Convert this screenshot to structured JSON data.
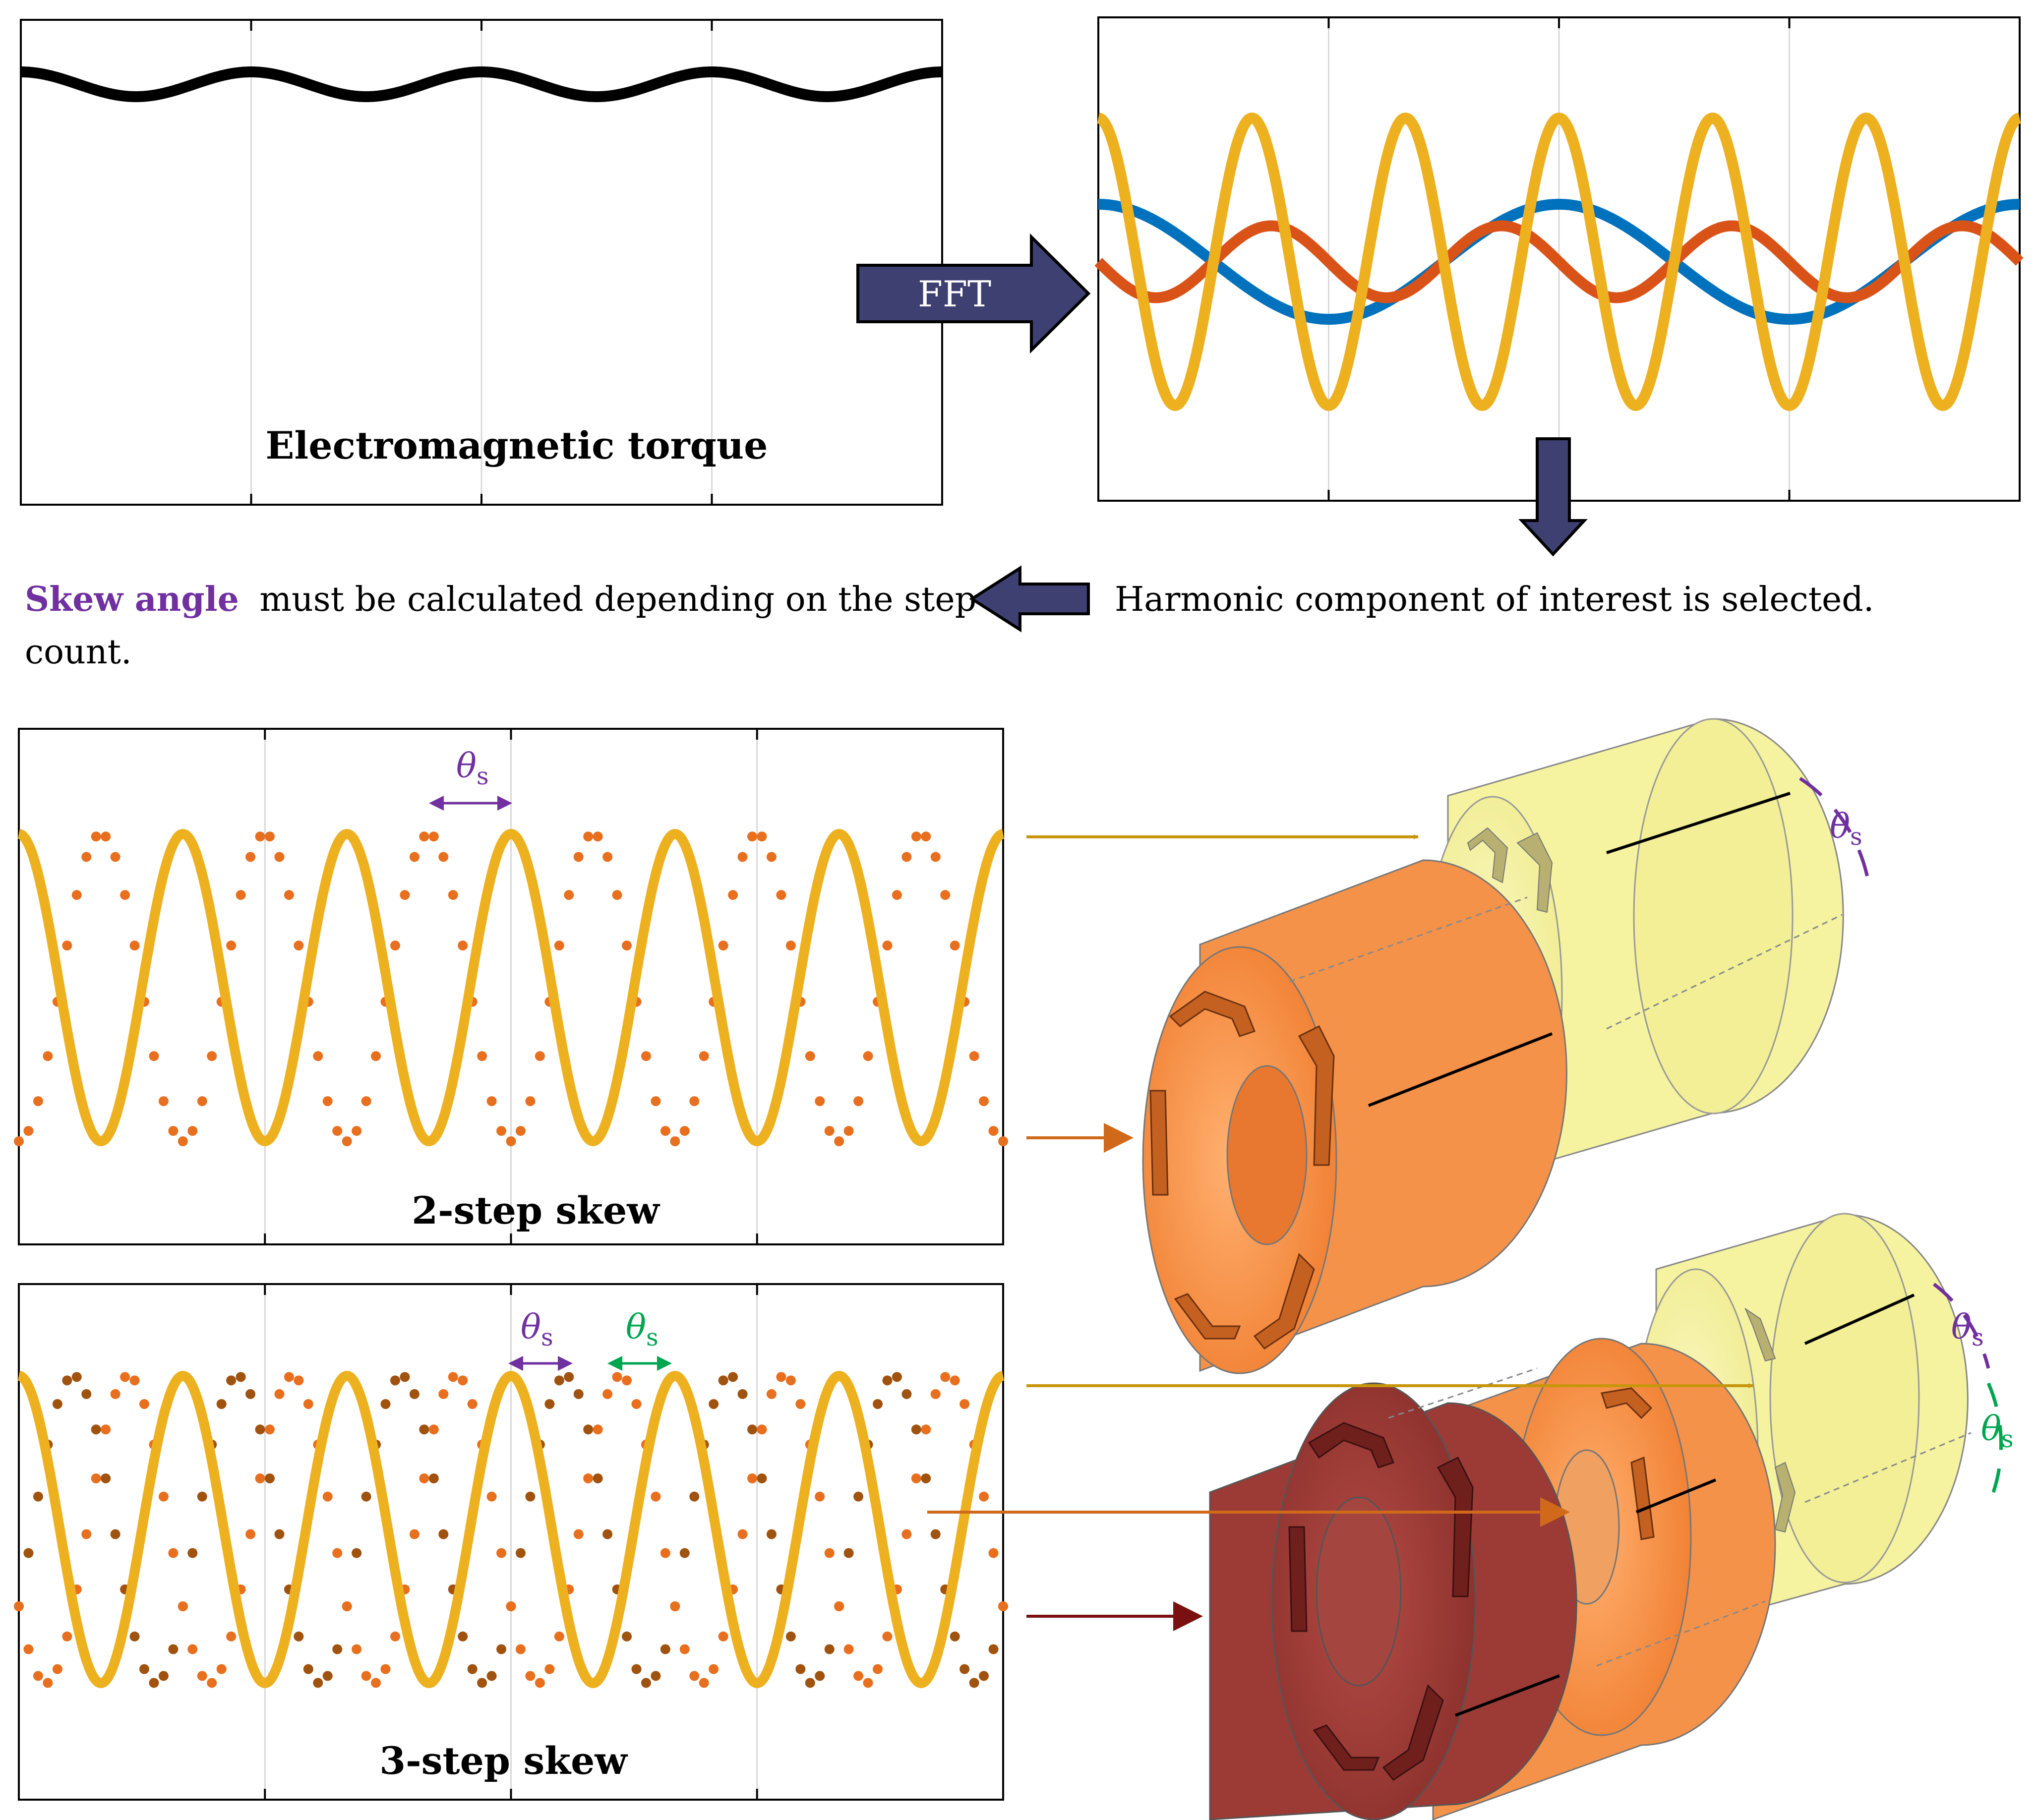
{
  "colors": {
    "black": "#000000",
    "yellow": "#EDB120",
    "orange": "#D95319",
    "blue": "#0072BD",
    "dot_orange": "#E86F1E",
    "dot_brown": "#A0520F",
    "navy_arrow": "#3D4070",
    "purple": "#7030A0",
    "green": "#00A550",
    "arrow_gold": "#C8960C",
    "arrow_orange": "#D06A1A",
    "arrow_darkred": "#7A1010",
    "disc_orange": "#F5924A",
    "disc_yellow": "#F6F3A0",
    "disc_darkred": "#9C3B36",
    "grid": "#d9d9d9"
  },
  "top_left_panel": {
    "label": "Electromagnetic torque"
  },
  "fft_arrow": {
    "label": "FFT"
  },
  "harmonic_text": "Harmonic component of interest is selected.",
  "skew_text": {
    "highlight": "Skew angle",
    "line1_rest": "must be calculated depending on the step",
    "line2": "count."
  },
  "two_step_panel": {
    "label": "2-step skew",
    "theta_main": "θ",
    "theta_sub": "s"
  },
  "three_step_panel": {
    "label": "3-step skew",
    "theta_main": "θ",
    "theta_sub": "s"
  },
  "rotor_labels": {
    "theta_main": "θ",
    "theta_sub": "s"
  },
  "chart_data": [
    {
      "type": "line",
      "title": "Electromagnetic torque",
      "series": [
        {
          "color": "#000000",
          "cycles": 4,
          "amplitude": 0.5,
          "phase_deg": 0
        }
      ],
      "grid": true
    },
    {
      "type": "line",
      "series": [
        {
          "color": "#EDB120",
          "cycles": 6,
          "amplitude": 1.0,
          "phase_deg": 0
        },
        {
          "color": "#D95319",
          "cycles": 4,
          "amplitude": 0.25,
          "phase_deg": 90
        },
        {
          "color": "#0072BD",
          "cycles": 2,
          "amplitude": 0.4,
          "phase_deg": 0
        }
      ],
      "grid": true
    },
    {
      "type": "line",
      "title": "2-step skew",
      "series": [
        {
          "color": "#EDB120",
          "style": "solid",
          "cycles": 6,
          "phase_deg": 0
        },
        {
          "color": "#E86F1E",
          "style": "dotted",
          "cycles": 6,
          "phase_deg": 180
        }
      ],
      "grid": true
    },
    {
      "type": "line",
      "title": "3-step skew",
      "series": [
        {
          "color": "#EDB120",
          "style": "solid",
          "cycles": 6,
          "phase_deg": 0
        },
        {
          "color": "#E86F1E",
          "style": "dotted",
          "cycles": 6,
          "phase_deg": 120
        },
        {
          "color": "#A0520F",
          "style": "dotted",
          "cycles": 6,
          "phase_deg": 240
        }
      ],
      "grid": true
    }
  ]
}
